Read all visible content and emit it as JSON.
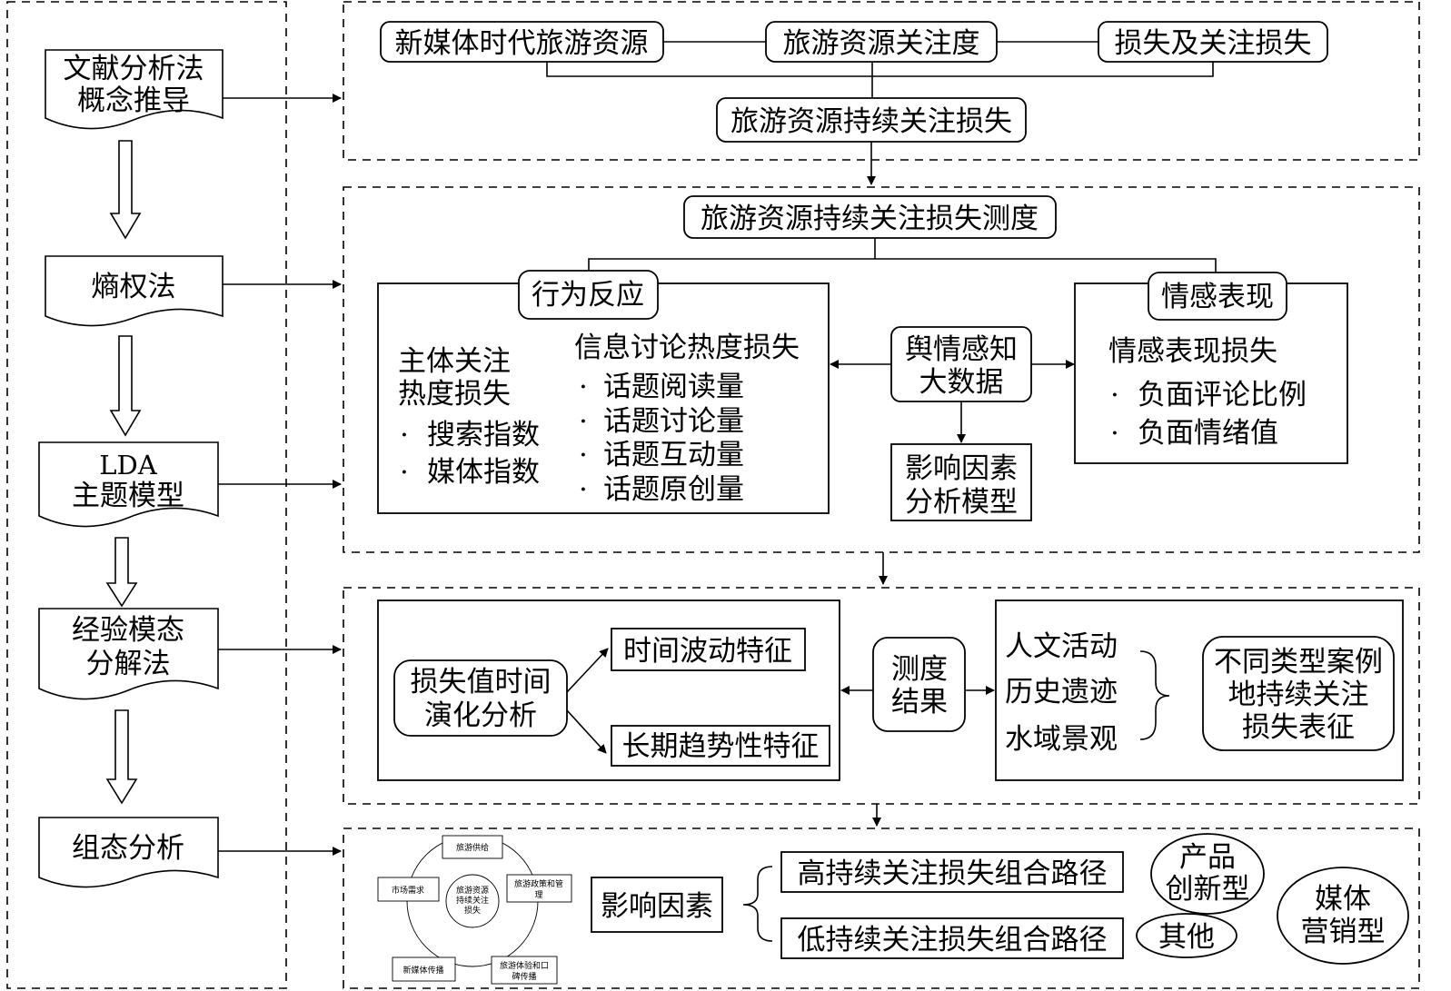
{
  "methods": {
    "m1": {
      "line1": "文献分析法",
      "line2": "概念推导"
    },
    "m2": {
      "line1": "熵权法"
    },
    "m3": {
      "line1": "LDA",
      "line2": "主题模型"
    },
    "m4": {
      "line1": "经验模态",
      "line2": "分解法"
    },
    "m5": {
      "line1": "组态分析"
    }
  },
  "section1": {
    "new_media": "新媒体时代旅游资源",
    "attention": "旅游资源关注度",
    "loss": "损失及关注损失",
    "sustained_loss": "旅游资源持续关注损失"
  },
  "section2": {
    "measurement": "旅游资源持续关注损失测度",
    "behavior": {
      "title": "行为反应",
      "subject_line1": "主体关注",
      "subject_line2": "热度损失",
      "subject_items": [
        "搜索指数",
        "媒体指数"
      ],
      "info_title": "信息讨论热度损失",
      "info_items": [
        "话题阅读量",
        "话题讨论量",
        "话题互动量",
        "话题原创量"
      ]
    },
    "bigdata": {
      "line1": "舆情感知",
      "line2": "大数据"
    },
    "emotion": {
      "title": "情感表现",
      "loss_title": "情感表现损失",
      "items": [
        "负面评论比例",
        "负面情绪值"
      ]
    },
    "factor_model": {
      "line1": "影响因素",
      "line2": "分析模型"
    },
    "bullet": "·"
  },
  "section3": {
    "evolution": {
      "line1": "损失值时间",
      "line2": "演化分析"
    },
    "time_feature": "时间波动特征",
    "trend_feature": "长期趋势性特征",
    "result": {
      "line1": "测度",
      "line2": "结果"
    },
    "types": [
      "人文活动",
      "历史遗迹",
      "水域景观"
    ],
    "cases": {
      "line1": "不同类型案例",
      "line2": "地持续关注",
      "line3": "损失表征"
    }
  },
  "section4": {
    "cycle": {
      "center": [
        "旅游资源",
        "持续关注",
        "损失"
      ],
      "supply": "旅游供给",
      "policy_line1": "旅游政策和管",
      "policy_line2": "理",
      "experience_line1": "旅游体验和口",
      "experience_line2": "碑传播",
      "new_media": "新媒体传播",
      "market": "市场需求"
    },
    "factors": "影响因素",
    "high_path": "高持续关注损失组合路径",
    "low_path": "低持续关注损失组合路径",
    "product": {
      "line1": "产品",
      "line2": "创新型"
    },
    "other": "其他",
    "marketing": {
      "line1": "媒体",
      "line2": "营销型"
    }
  }
}
